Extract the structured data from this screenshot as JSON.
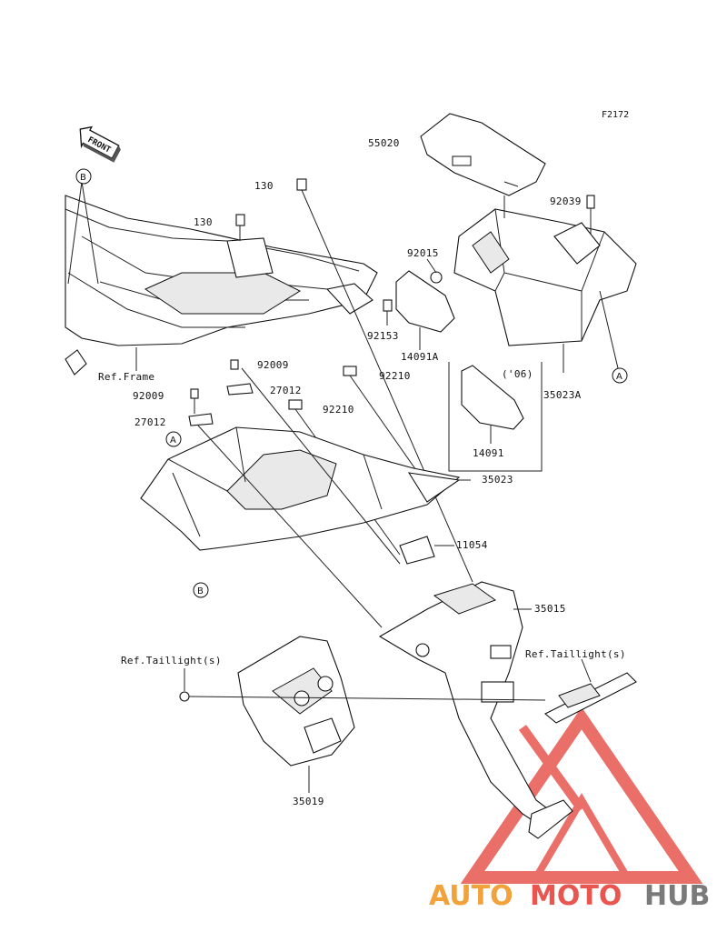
{
  "figure_code": "F2172",
  "front_arrow": {
    "label": "FRONT"
  },
  "parts": {
    "seat_cover": "55020",
    "bolt_130_top": "130",
    "bolt_130_frame": "130",
    "bolt_92039": "92039",
    "clamp_92015": "92015",
    "bolt_92153": "92153",
    "cover_14091A": "14091A",
    "year_note": "('06)",
    "cover_14091": "14091",
    "case_35023A": "35023A",
    "ref_frame": "Ref.Frame",
    "bolt_92009_a": "92009",
    "bolt_92009_b": "92009",
    "nut_27012_a": "27012",
    "nut_27012_b": "27012",
    "clip_92210_a": "92210",
    "clip_92210_b": "92210",
    "fender_35023": "35023",
    "bracket_11054": "11054",
    "flap_35015": "35015",
    "ref_taillight_left": "Ref.Taillight(s)",
    "ref_taillight_right": "Ref.Taillight(s)",
    "cover_35019": "35019"
  },
  "callouts": {
    "a": "A",
    "b": "B"
  },
  "watermark": {
    "text_part1": "AUTO",
    "text_part2": "MOTO",
    "text_part3": "HUB"
  },
  "colors": {
    "watermark_red": "#e8564f",
    "watermark_orange": "#f2a23a",
    "watermark_gray": "#7a7a7a",
    "ink": "#111111"
  }
}
